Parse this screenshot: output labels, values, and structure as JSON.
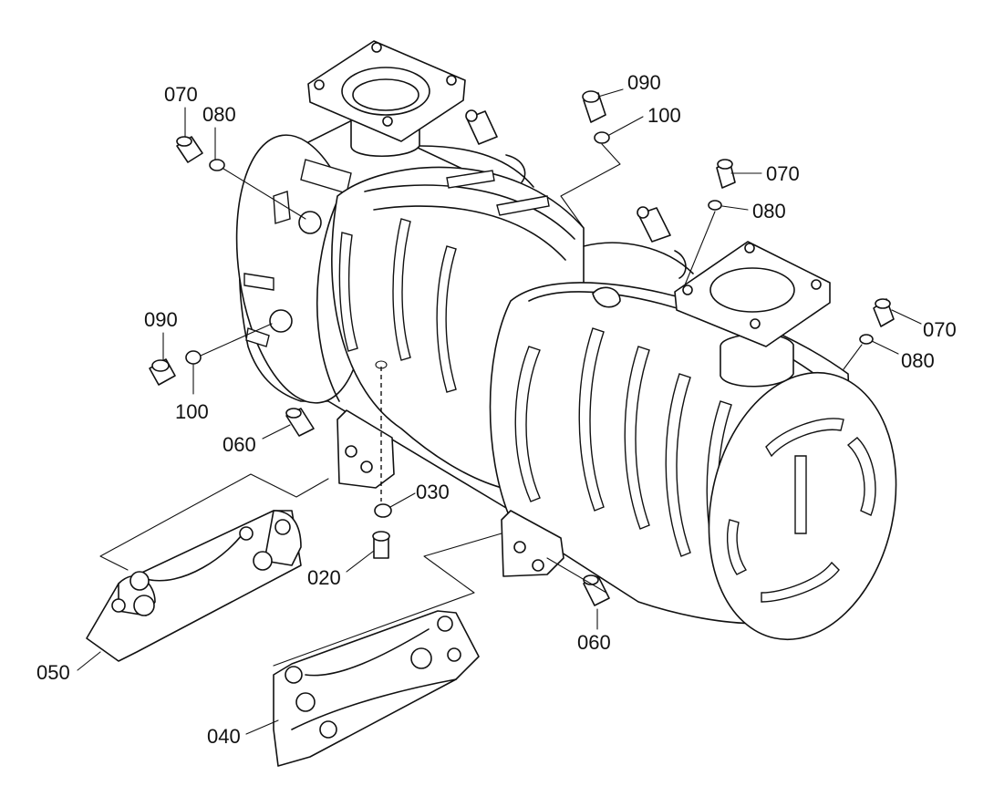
{
  "diagram": {
    "callouts": [
      {
        "id": "070-upper-left",
        "number": "070"
      },
      {
        "id": "080-upper-left",
        "number": "080"
      },
      {
        "id": "090-top",
        "number": "090"
      },
      {
        "id": "100-top",
        "number": "100"
      },
      {
        "id": "070-right",
        "number": "070"
      },
      {
        "id": "080-right",
        "number": "080"
      },
      {
        "id": "070-lower-right",
        "number": "070"
      },
      {
        "id": "080-lower-right",
        "number": "080"
      },
      {
        "id": "090-left",
        "number": "090"
      },
      {
        "id": "100-left",
        "number": "100"
      },
      {
        "id": "060-left",
        "number": "060"
      },
      {
        "id": "030",
        "number": "030"
      },
      {
        "id": "020",
        "number": "020"
      },
      {
        "id": "060-right",
        "number": "060"
      },
      {
        "id": "050",
        "number": "050"
      },
      {
        "id": "040",
        "number": "040"
      }
    ]
  }
}
